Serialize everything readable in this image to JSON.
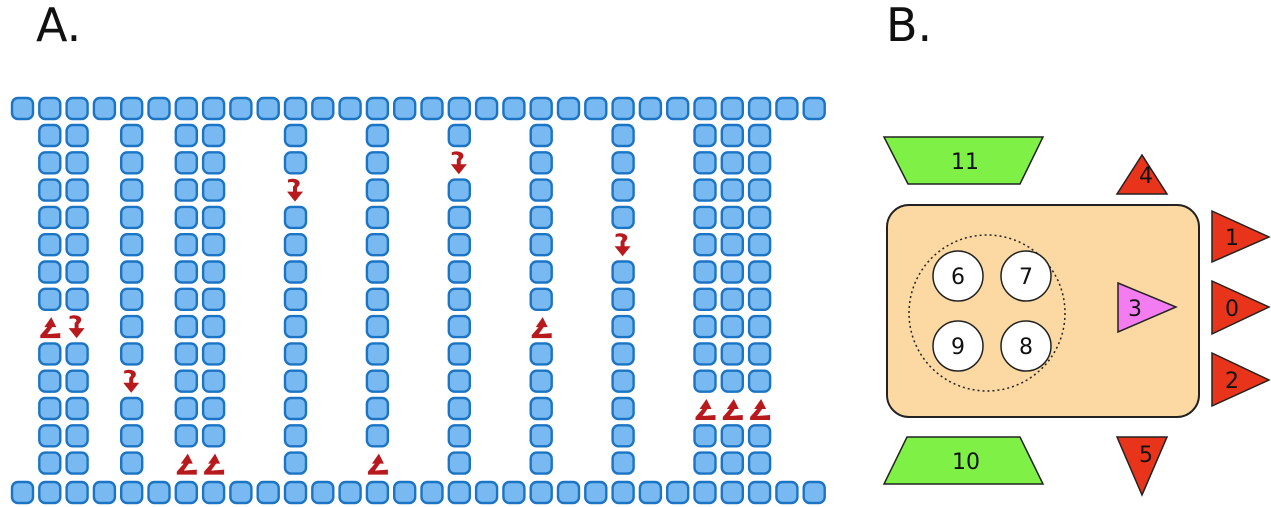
{
  "panel_a": {
    "label": "A."
  },
  "panel_b": {
    "label": "B.",
    "colors": {
      "body_fill": "#fcd9a2",
      "trapezoid": "#7ef046",
      "triangle_red": "#e8341a",
      "triangle_pink": "#f37df0",
      "rail_fill": "#78b9f2",
      "rail_stroke": "#1c74c4",
      "arrow": "#b8191c"
    },
    "components": [
      {
        "id": "11",
        "shape": "trapezoid",
        "label": "11"
      },
      {
        "id": "10",
        "shape": "trapezoid",
        "label": "10"
      },
      {
        "id": "4",
        "shape": "triangle-up",
        "label": "4"
      },
      {
        "id": "5",
        "shape": "triangle-down",
        "label": "5"
      },
      {
        "id": "1",
        "shape": "triangle-right",
        "label": "1"
      },
      {
        "id": "0",
        "shape": "triangle-right",
        "label": "0"
      },
      {
        "id": "2",
        "shape": "triangle-right",
        "label": "2"
      },
      {
        "id": "3",
        "shape": "triangle-right-pink",
        "label": "3"
      },
      {
        "id": "6",
        "shape": "circle",
        "label": "6"
      },
      {
        "id": "7",
        "shape": "circle",
        "label": "7"
      },
      {
        "id": "9",
        "shape": "circle",
        "label": "9"
      },
      {
        "id": "8",
        "shape": "circle",
        "label": "8"
      }
    ]
  }
}
